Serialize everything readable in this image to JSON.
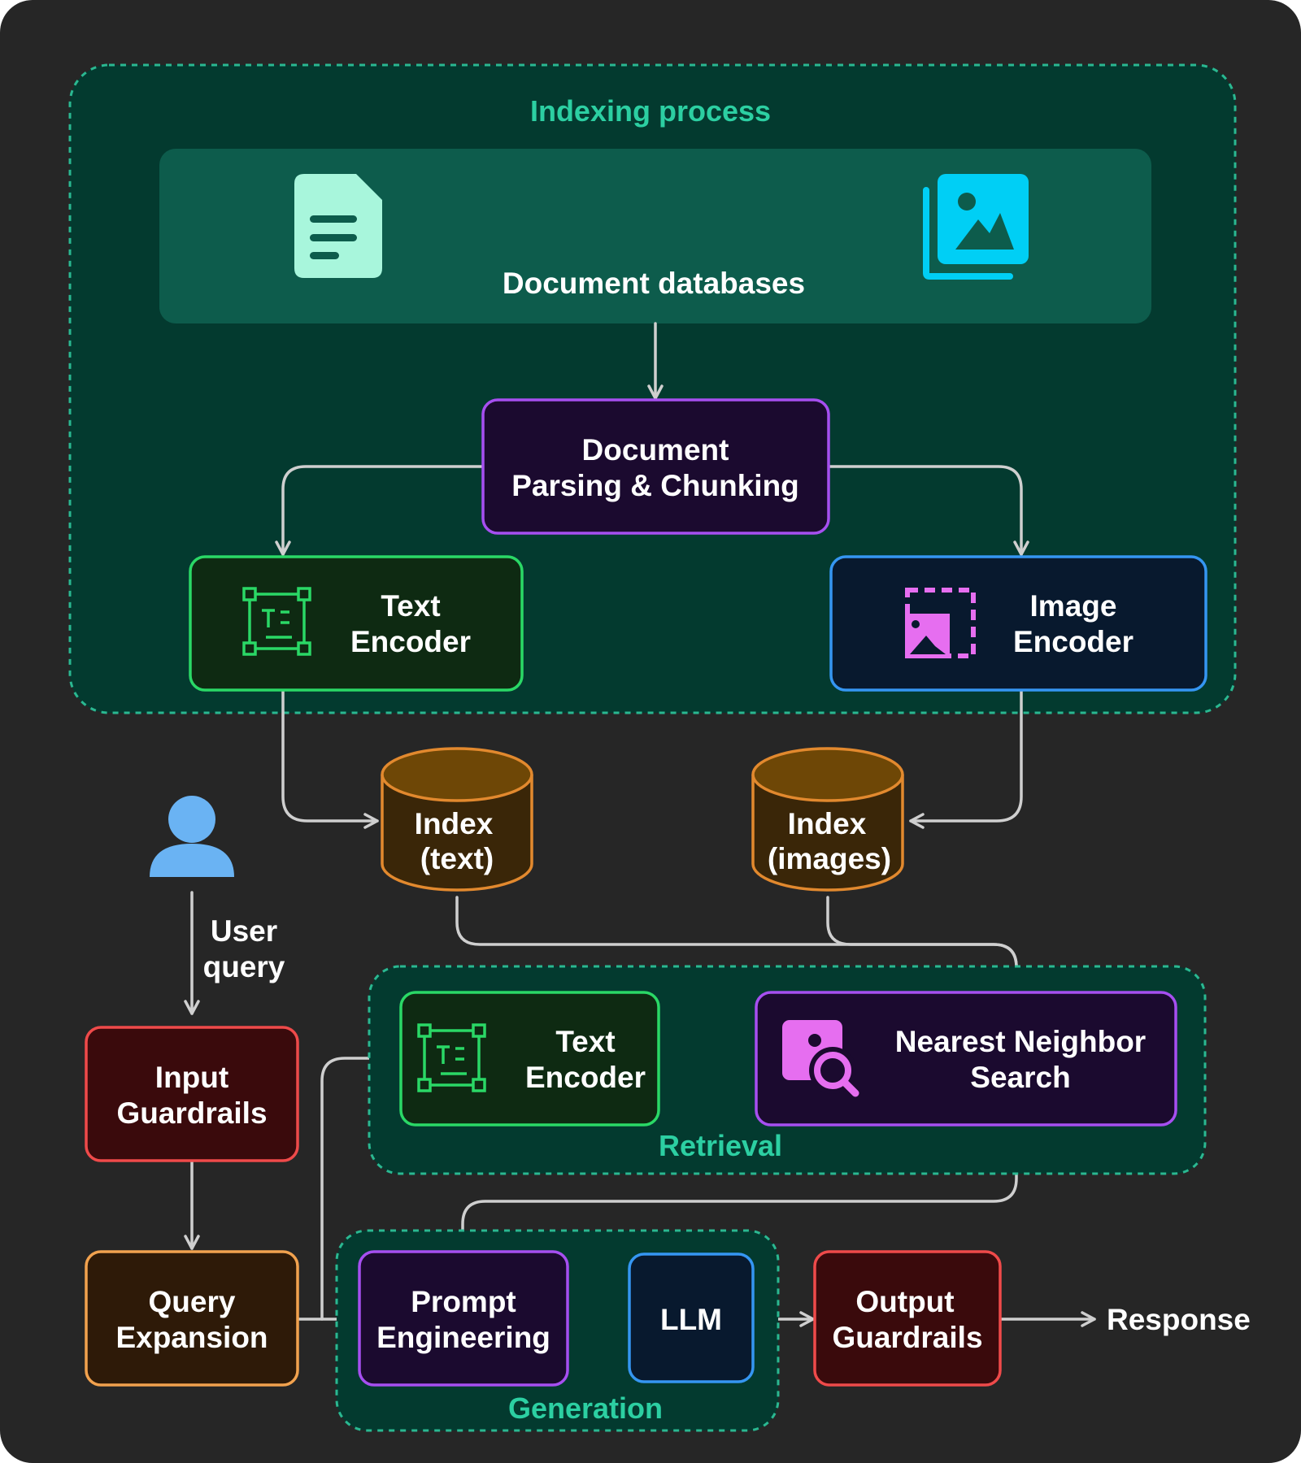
{
  "groups": {
    "indexing": "Indexing process",
    "retrieval": "Retrieval",
    "generation": "Generation"
  },
  "nodes": {
    "doc_databases": "Document databases",
    "parsing": [
      "Document",
      "Parsing & Chunking"
    ],
    "text_encoder_index": [
      "Text",
      "Encoder"
    ],
    "image_encoder": [
      "Image",
      "Encoder"
    ],
    "index_text": [
      "Index",
      "(text)"
    ],
    "index_images": [
      "Index",
      "(images)"
    ],
    "user_query": [
      "User",
      "query"
    ],
    "input_guardrails": [
      "Input",
      "Guardrails"
    ],
    "text_encoder_retrieval": [
      "Text",
      "Encoder"
    ],
    "nn_search": [
      "Nearest Neighbor",
      "Search"
    ],
    "query_expansion": [
      "Query",
      "Expansion"
    ],
    "prompt_engineering": [
      "Prompt",
      "Engineering"
    ],
    "llm": "LLM",
    "output_guardrails": [
      "Output",
      "Guardrails"
    ],
    "response": "Response"
  },
  "colors": {
    "background": "#262626",
    "indexing_fill": "#033a2f",
    "group_border": "#2ab891",
    "group_label": "#2ccfa2",
    "db_panel": "#0d5c4c",
    "purple": "#a64ff0",
    "green": "#2ad866",
    "blue": "#3596f2",
    "red": "#ef4a4a",
    "orange": "#f2a24e",
    "db_stroke": "#e2892e",
    "user_icon": "#6ab3f3",
    "image_icon": "#00cff5",
    "doc_icon": "#a8f6dc",
    "magenta_icon": "#e66ef0"
  },
  "icons": [
    "document-icon",
    "image-gallery-icon",
    "text-encoder-icon",
    "image-encoder-icon",
    "person-icon",
    "image-search-icon",
    "database-icon"
  ]
}
